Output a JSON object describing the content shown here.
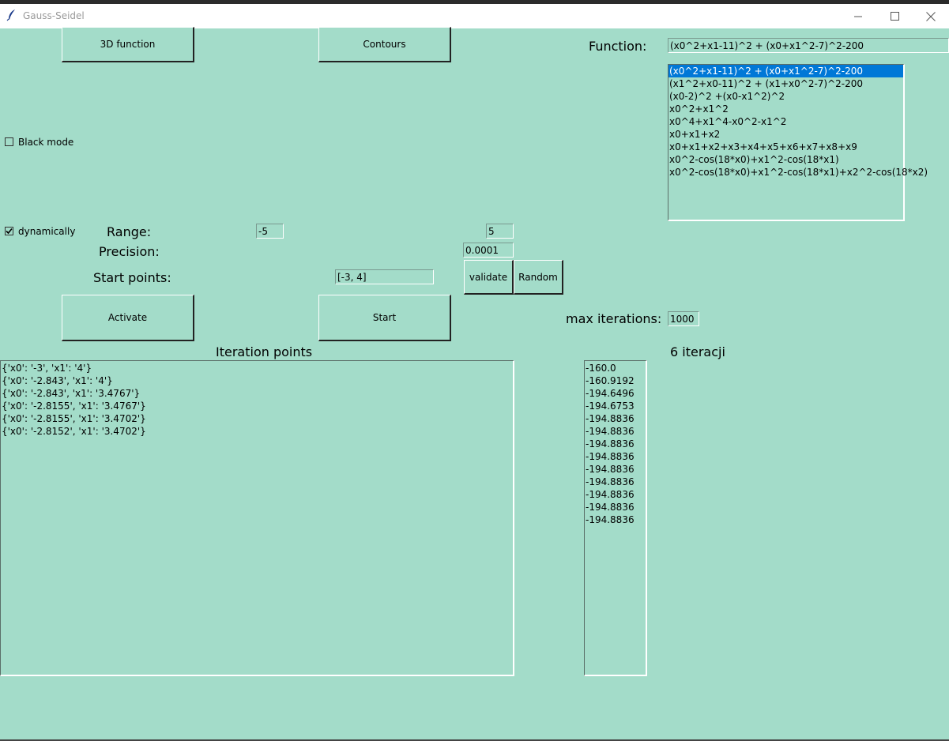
{
  "window": {
    "title": "Gauss-Seidel"
  },
  "buttons": {
    "function3d": "3D function",
    "contours": "Contours",
    "validate": "validate",
    "random": "Random",
    "activate": "Activate",
    "start": "Start"
  },
  "checkboxes": {
    "black_mode": {
      "label": "Black mode",
      "checked": false
    },
    "dynamically": {
      "label": "dynamically",
      "checked": true
    }
  },
  "labels": {
    "function": "Function:",
    "range": "Range:",
    "precision": "Precision:",
    "start_points": "Start points:",
    "max_iterations": "max iterations:",
    "iteration_points": "Iteration points",
    "iteration_count": "6 iteracji"
  },
  "fields": {
    "function_value": "(x0^2+x1-11)^2 + (x0+x1^2-7)^2-200",
    "range_min": "-5",
    "range_max": "5",
    "precision": "0.0001",
    "start_points": "[-3, 4]",
    "max_iterations": "1000"
  },
  "function_list": {
    "selected_index": 0,
    "items": [
      "(x0^2+x1-11)^2 + (x0+x1^2-7)^2-200",
      "(x1^2+x0-11)^2 + (x1+x0^2-7)^2-200",
      "(x0-2)^2 +(x0-x1^2)^2",
      "x0^2+x1^2",
      "x0^4+x1^4-x0^2-x1^2",
      "x0+x1+x2",
      "x0+x1+x2+x3+x4+x5+x6+x7+x8+x9",
      "x0^2-cos(18*x0)+x1^2-cos(18*x1)",
      "x0^2-cos(18*x0)+x1^2-cos(18*x1)+x2^2-cos(18*x2)"
    ]
  },
  "iteration_points": [
    "{'x0': '-3', 'x1': '4'}",
    "{'x0': '-2.843', 'x1': '4'}",
    "{'x0': '-2.843', 'x1': '3.4767'}",
    "{'x0': '-2.8155', 'x1': '3.4767'}",
    "{'x0': '-2.8155', 'x1': '3.4702'}",
    "{'x0': '-2.8152', 'x1': '3.4702'}"
  ],
  "function_values": [
    "-160.0",
    "-160.9192",
    "-194.6496",
    "-194.6753",
    "-194.8836",
    "-194.8836",
    "-194.8836",
    "-194.8836",
    "-194.8836",
    "-194.8836",
    "-194.8836",
    "-194.8836",
    "-194.8836"
  ],
  "colors": {
    "background": "#a3dcc9",
    "selection": "#0078d7"
  }
}
